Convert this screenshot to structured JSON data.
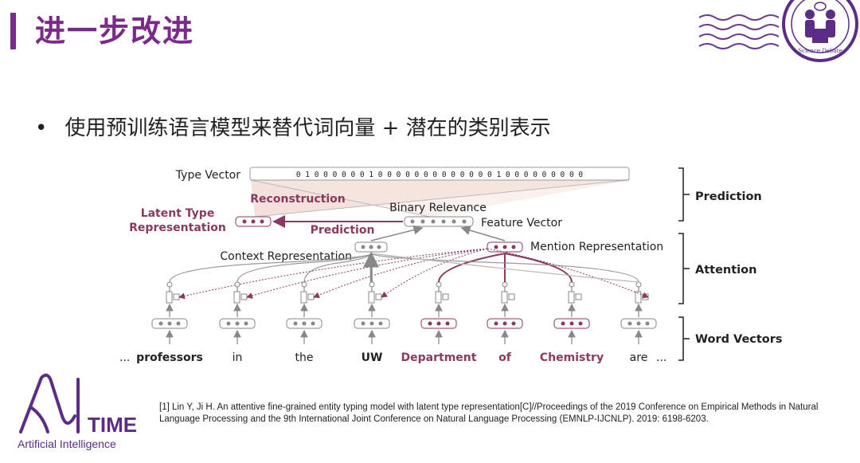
{
  "title": "进一步改进",
  "bullet": "使用预训练语言模型来替代词向量 + 潜在的类别表示",
  "diagram": {
    "type_vector_label": "Type Vector",
    "type_vector_bits": "0 1 0 0 0 0 0 0 1 0 0 0 0 0 0 0 0 0 0 0 0 0 1 0 0 0 0 0 0 0 0 0",
    "reconstruction": "Reconstruction",
    "binary_relevance": "Binary Relevance",
    "latent_type_line1": "Latent Type",
    "latent_type_line2": "Representation",
    "prediction_arrow": "Prediction",
    "feature_vector": "Feature Vector",
    "context_representation": "Context Representation",
    "mention_representation": "Mention Representation",
    "section_prediction": "Prediction",
    "section_attention": "Attention",
    "section_word_vectors": "Word Vectors",
    "ellipsis_left": "...",
    "ellipsis_right": "...",
    "words": [
      {
        "text": "professors",
        "bold": true,
        "mention": false
      },
      {
        "text": "in",
        "bold": false,
        "mention": false
      },
      {
        "text": "the",
        "bold": false,
        "mention": false
      },
      {
        "text": "UW",
        "bold": true,
        "mention": false
      },
      {
        "text": "Department",
        "bold": true,
        "mention": true
      },
      {
        "text": "of",
        "bold": true,
        "mention": true
      },
      {
        "text": "Chemistry",
        "bold": true,
        "mention": true
      },
      {
        "text": "are",
        "bold": false,
        "mention": false
      }
    ]
  },
  "reference": "[1] Lin Y, Ji H. An attentive fine-grained entity typing model with latent type representation[C]//Proceedings of the 2019 Conference on Empirical Methods in Natural Language Processing and the 9th International Joint Conference on Natural Language Processing (EMNLP-IJCNLP). 2019: 6198-6203.",
  "aitime": {
    "brand": "TIME",
    "subtitle": "Artificial Intelligence"
  },
  "badge_text": "Science Debate",
  "colors": {
    "purple": "#7b2a8b",
    "mention": "#8a3a5e",
    "gray": "#888888"
  }
}
